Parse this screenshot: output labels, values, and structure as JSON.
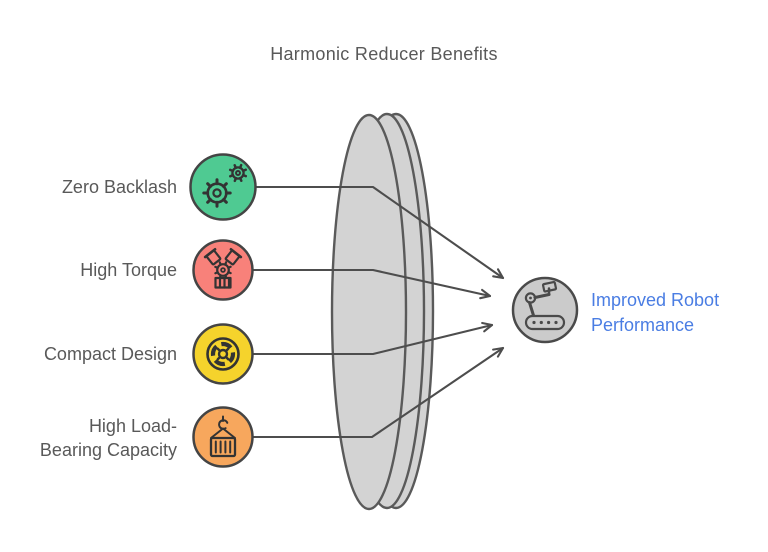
{
  "diagram": {
    "title": "Harmonic Reducer Benefits",
    "benefits": [
      {
        "label": "Zero Backlash",
        "icon": "gears-icon",
        "color": "#4fca92"
      },
      {
        "label": "High Torque",
        "icon": "engine-icon",
        "color": "#f8817a"
      },
      {
        "label": "Compact Design",
        "icon": "bearing-wheel-icon",
        "color": "#f5d32c"
      },
      {
        "label": "High Load-Bearing Capacity",
        "label_lines": [
          "High Load-",
          "Bearing Capacity"
        ],
        "icon": "crane-container-icon",
        "color": "#f7a75d"
      }
    ],
    "lens": {
      "name": "funnel-lens",
      "fill": "#d3d3d3",
      "stroke": "#5a5a5a"
    },
    "result": {
      "label": "Improved Robot Performance",
      "label_lines": [
        "Improved Robot",
        "Performance"
      ],
      "icon": "robot-arm-icon",
      "circle_color": "#cbcbcb",
      "text_color": "#4a7de3"
    },
    "line_color": "#4d4d4d",
    "icon_stroke_color": "#333333",
    "background": "#ffffff"
  }
}
